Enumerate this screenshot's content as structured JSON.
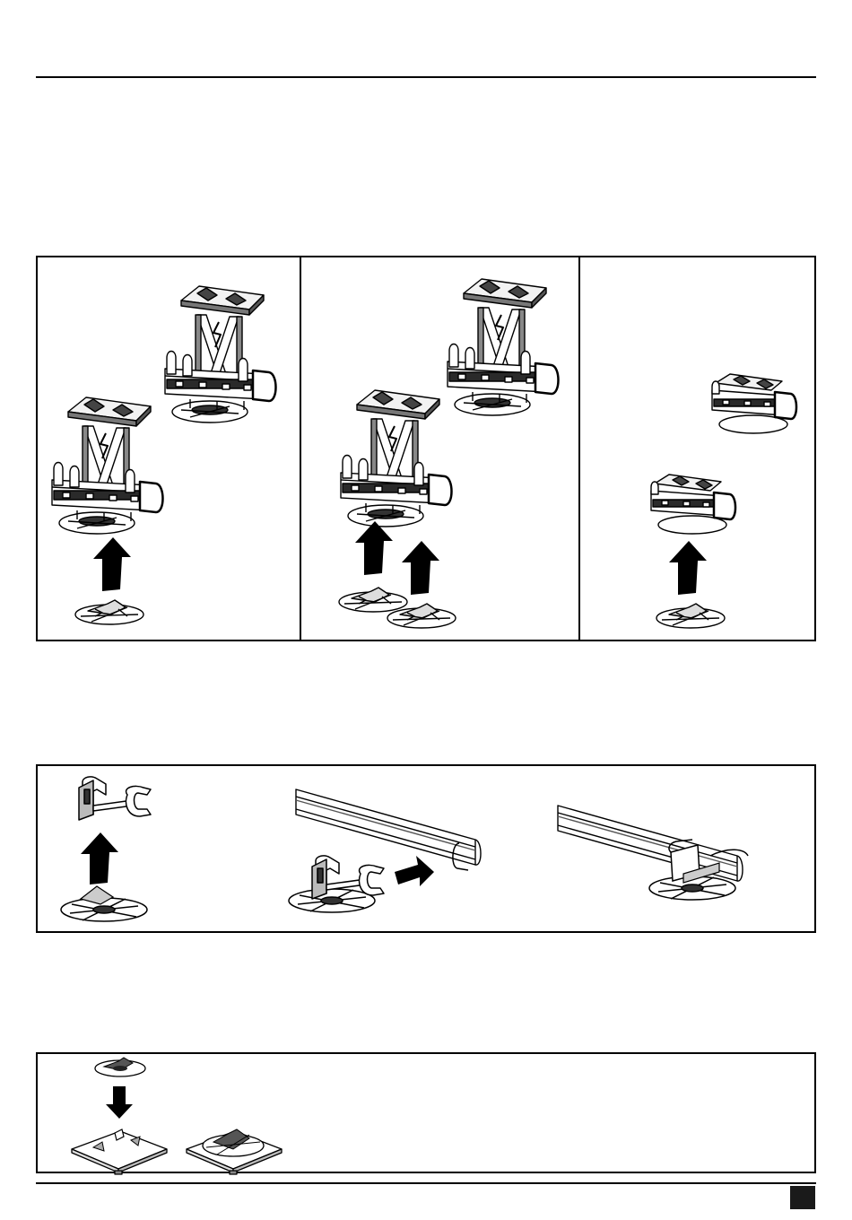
{
  "page": {
    "marker_color": "#1a1a1a",
    "line_color": "#000000"
  },
  "figure_1": {
    "panels": [
      {
        "icon": "pedestal-support-assembly-icon",
        "bases": 1
      },
      {
        "icon": "pedestal-support-assembly-icon",
        "bases": 2
      },
      {
        "icon": "low-profile-support-icon",
        "bases": 1
      }
    ]
  },
  "figure_2": {
    "steps": [
      "clip-on-base-icon",
      "clip-slide-onto-joist-icon",
      "clip-fitted-joist-icon"
    ]
  },
  "figure_3": {
    "steps": [
      "base-placement-icon",
      "base-on-pad-icon"
    ]
  }
}
